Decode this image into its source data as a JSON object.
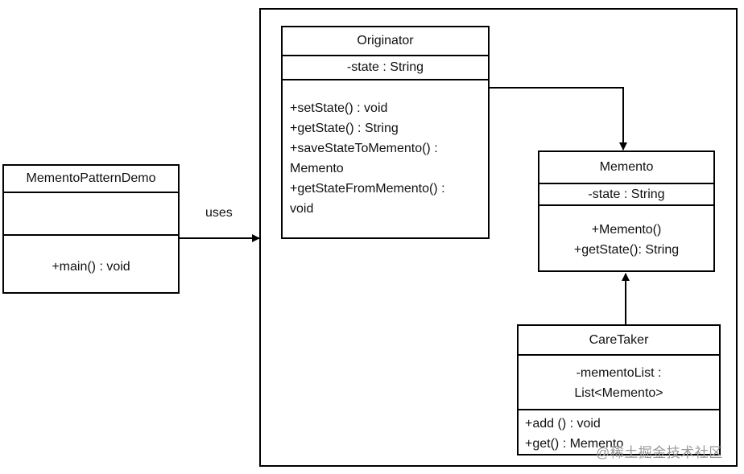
{
  "demo": {
    "name": "MementoPatternDemo",
    "methods": [
      "+main()  : void"
    ]
  },
  "originator": {
    "name": "Originator",
    "attributes": [
      "-state : String"
    ],
    "methods": [
      "+setState()  : void",
      "+getState() : String",
      "+saveStateToMemento()  :",
      "Memento",
      "+getStateFromMemento()  :",
      "void"
    ]
  },
  "memento": {
    "name": "Memento",
    "attributes": [
      "-state : String"
    ],
    "methods": [
      "+Memento()",
      "+getState(): String"
    ]
  },
  "caretaker": {
    "name": "CareTaker",
    "attributes": [
      "-mementoList  :",
      "List<Memento>"
    ],
    "methods": [
      "+add ()  : void",
      "+get() : Memento"
    ]
  },
  "connector_label": "uses",
  "watermark": "@稀土掘金技术社区"
}
